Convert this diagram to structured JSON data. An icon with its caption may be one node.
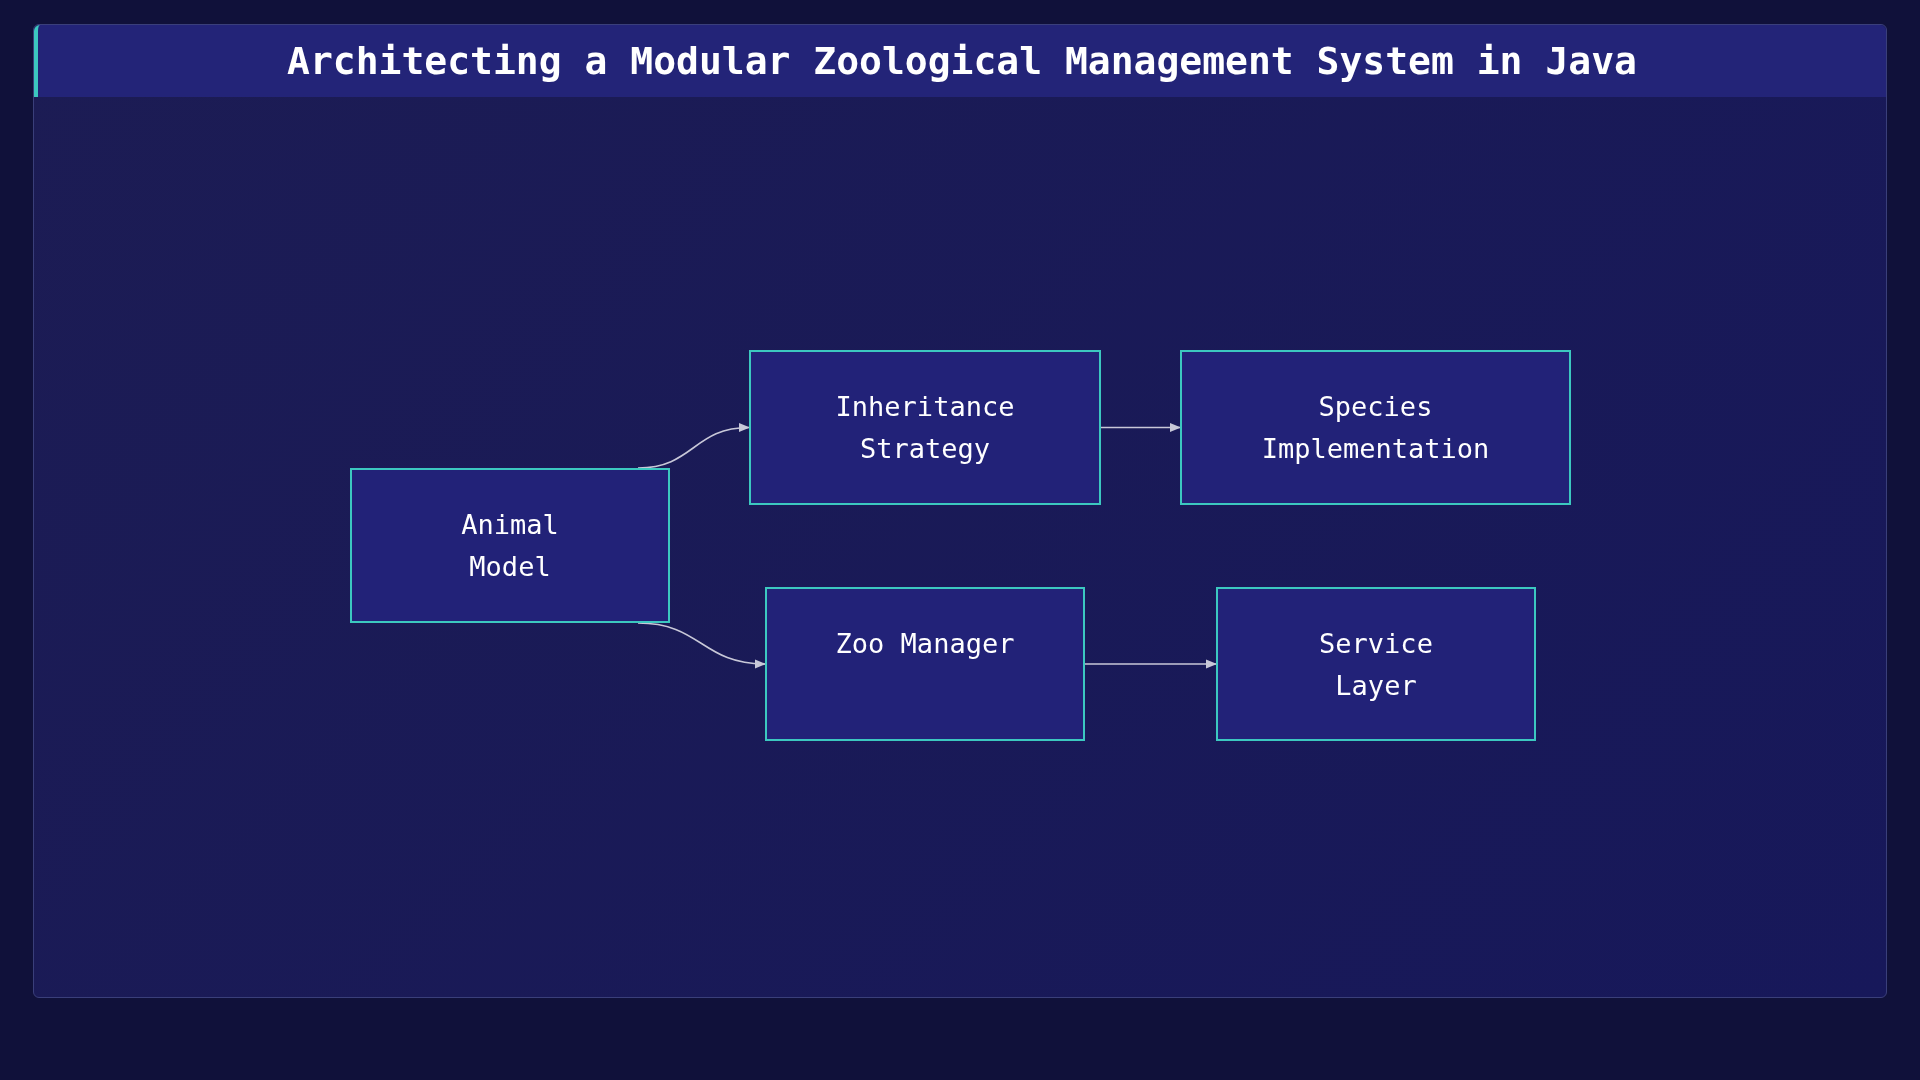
{
  "diagram": {
    "title": "Architecting a Modular Zoological Management System in Java",
    "nodes": [
      {
        "text": [
          "Animal Model"
        ]
      },
      {
        "text": [
          "Inheritance Strategy"
        ]
      },
      {
        "text": [
          "Species Implementation"
        ]
      },
      {
        "text": [
          "Zoo Manager"
        ]
      },
      {
        "text": [
          "Service Layer"
        ]
      }
    ],
    "edges": [
      {
        "from": 0,
        "to": 1,
        "arrow": "to"
      },
      {
        "from": 1,
        "to": 2,
        "arrow": "to"
      },
      {
        "from": 0,
        "to": 3,
        "arrow": "to"
      },
      {
        "from": 3,
        "to": 4,
        "arrow": "to"
      }
    ]
  }
}
